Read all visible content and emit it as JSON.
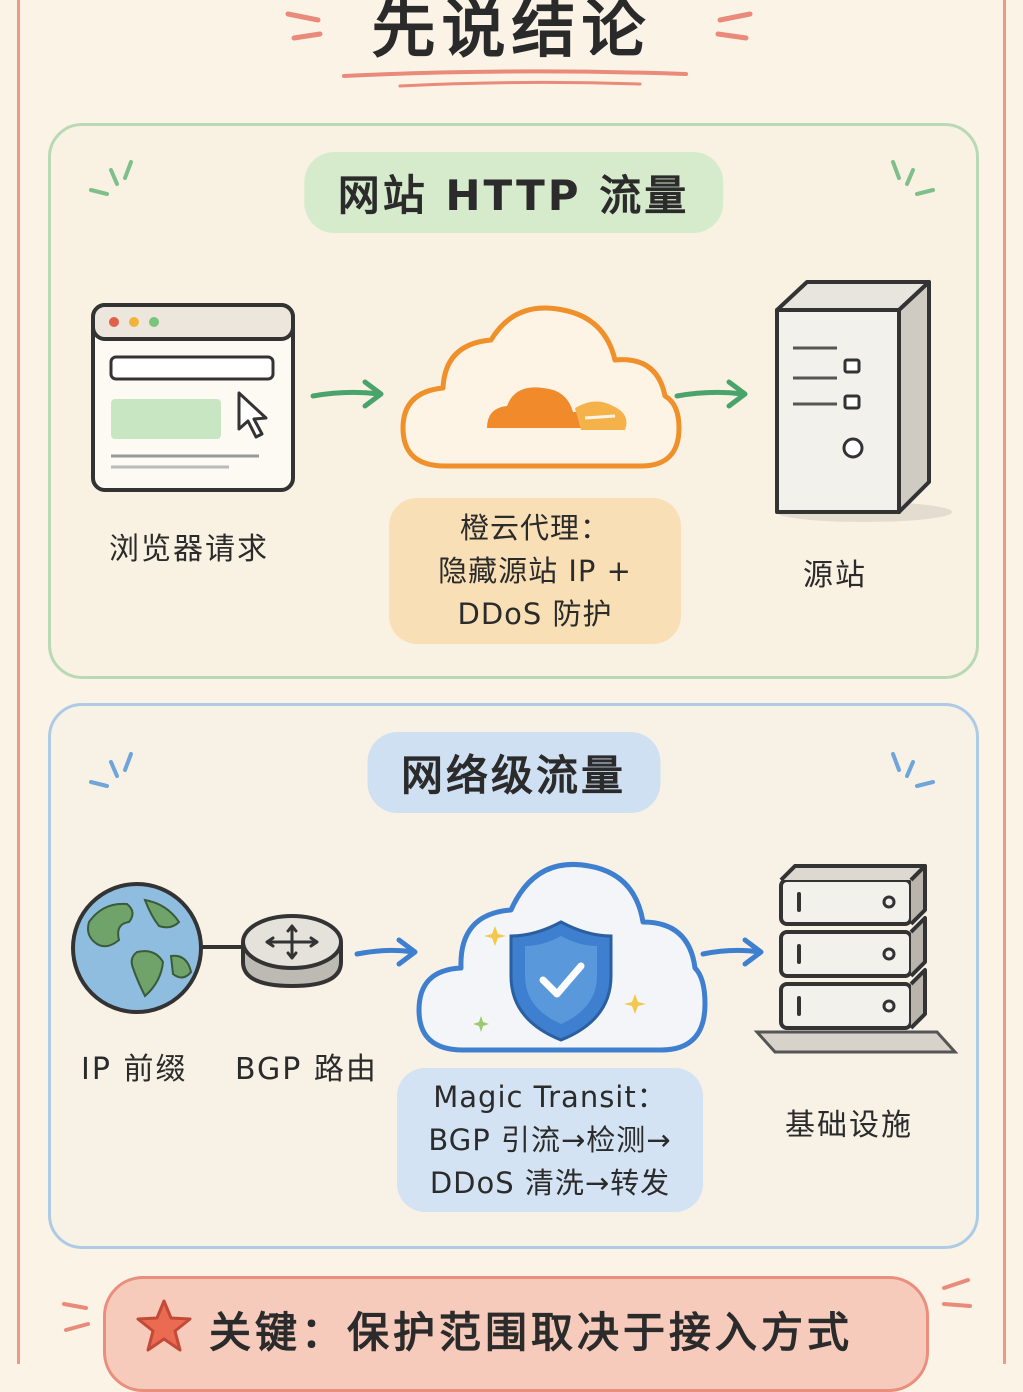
{
  "title": "先说结论",
  "http_section": {
    "heading": "网站 HTTP 流量",
    "browser_label": "浏览器请求",
    "proxy_lines": [
      "橙云代理：",
      "隐藏源站 IP +",
      "DDoS 防护"
    ],
    "origin_label": "源站"
  },
  "network_section": {
    "heading": "网络级流量",
    "prefix_label": "IP 前缀",
    "bgp_label": "BGP 路由",
    "transit_lines": [
      "Magic Transit：",
      "BGP 引流→检测→",
      "DDoS 清洗→转发"
    ],
    "infra_label": "基础设施"
  },
  "key_note": "关键：保护范围取决于接入方式",
  "colors": {
    "accent_red": "#e98a7a",
    "green": "#4aa36a",
    "orange": "#f0902a",
    "blue": "#3f7fcf"
  }
}
